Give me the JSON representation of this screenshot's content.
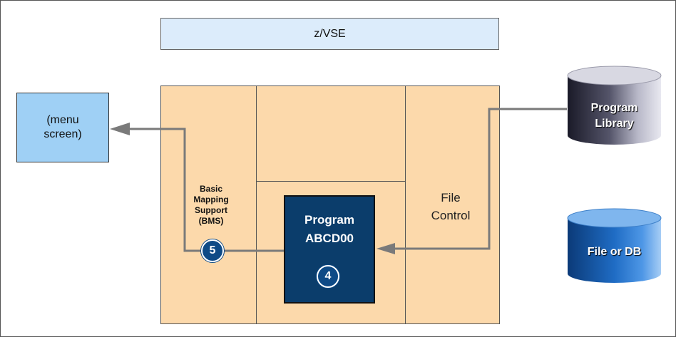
{
  "os_label": "z/VSE",
  "menu_screen": {
    "line1": "(menu",
    "line2": "screen)"
  },
  "bms": {
    "line1": "Basic",
    "line2": "Mapping",
    "line3": "Support",
    "line4": "(BMS)"
  },
  "file_control": {
    "line1": "File",
    "line2": "Control"
  },
  "program": {
    "line1": "Program",
    "line2": "ABCD00"
  },
  "steps": {
    "bms_step": "5",
    "program_step": "4"
  },
  "program_library": {
    "line1": "Program",
    "line2": "Library"
  },
  "file_or_db": {
    "label": "File or DB"
  },
  "colors": {
    "region_fill": "#fcd9ab",
    "program_fill": "#0b3d6b",
    "screen_fill": "#9fd0f5",
    "zvse_fill": "#dcecfb",
    "connector": "#7a7a7a"
  }
}
